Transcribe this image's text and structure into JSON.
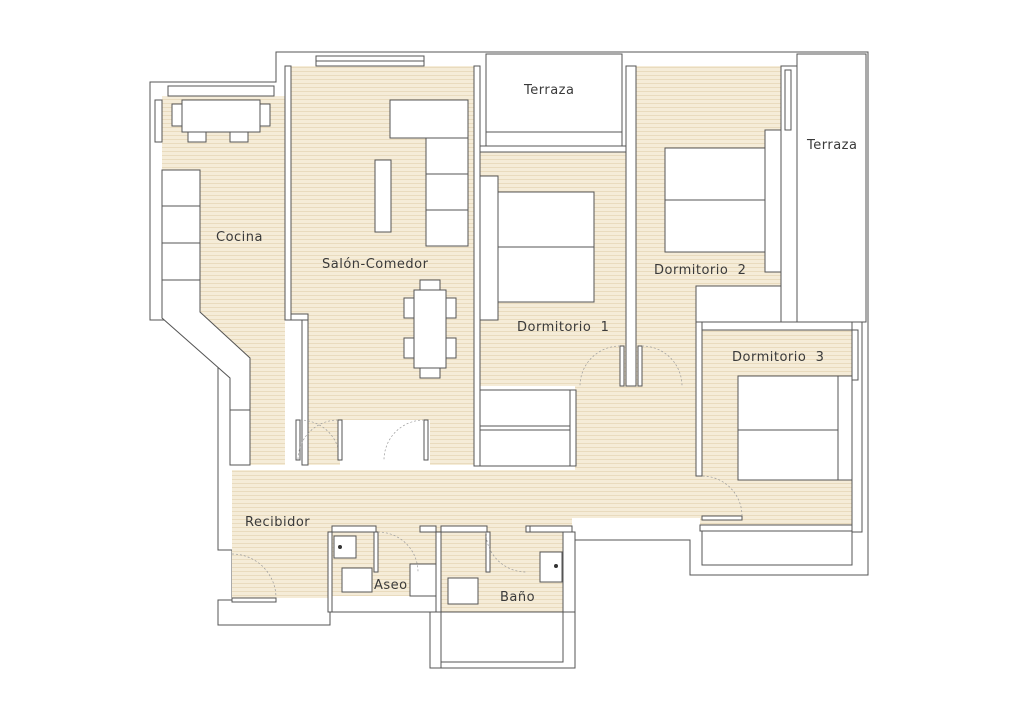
{
  "plan": {
    "rooms": {
      "terraza_1": "Terraza",
      "terraza_2": "Terraza",
      "cocina": "Cocina",
      "salon": "Salón-Comedor",
      "dormitorio_1": "Dormitorio  1",
      "dormitorio_2": "Dormitorio  2",
      "dormitorio_3": "Dormitorio  3",
      "recibidor": "Recibidor",
      "aseo": "Aseo",
      "bano": "Baño"
    },
    "colors": {
      "floor": "#f5ecd8",
      "floor_stripe": "#e9dcc0",
      "wall_line": "#555555",
      "background": "#ffffff"
    }
  }
}
